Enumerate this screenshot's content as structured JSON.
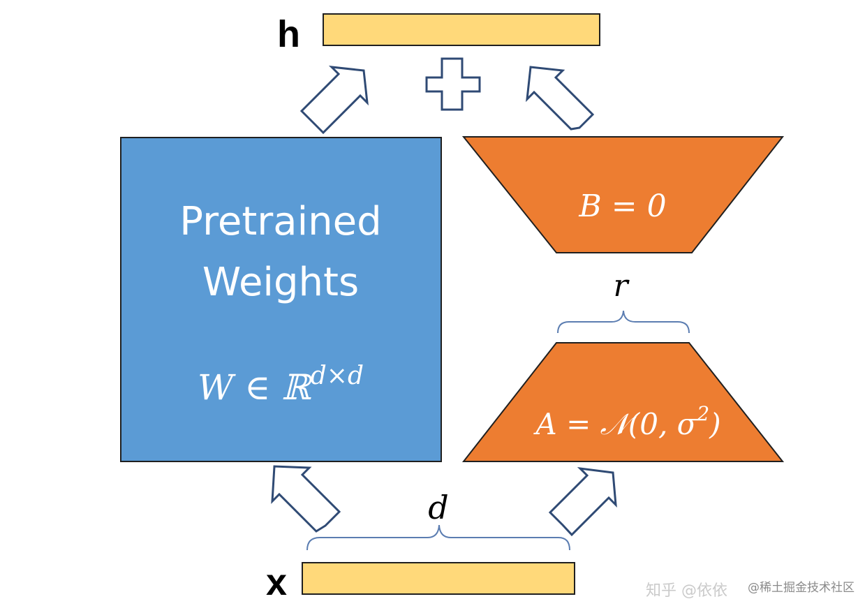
{
  "labels": {
    "output": "h",
    "input": "x",
    "plus": "+"
  },
  "pretrained": {
    "line1": "Pretrained",
    "line2": "Weights",
    "formula_base": "W ∈ ℝ",
    "formula_sup": "d×d"
  },
  "matrix_b": {
    "formula": "B = 0"
  },
  "matrix_a": {
    "formula_base": "A = 𝒩(0, σ",
    "formula_sup": "2",
    "formula_close": ")"
  },
  "dims": {
    "rank": "r",
    "dim": "d"
  },
  "watermark": {
    "left": "知乎 @依依",
    "right": "@稀土掘金技术社区"
  },
  "colors": {
    "pretrained_fill": "#5B9BD5",
    "adapter_fill": "#ED7D31",
    "vector_fill": "#FFD97A",
    "arrow_stroke": "#2F4A74",
    "dark_stroke": "#1F1F1F",
    "brace_stroke": "#5B7DB1"
  },
  "icons": {
    "arrow": "hollow-arrow-icon",
    "plus": "plus-icon",
    "brace": "curly-brace-icon"
  }
}
